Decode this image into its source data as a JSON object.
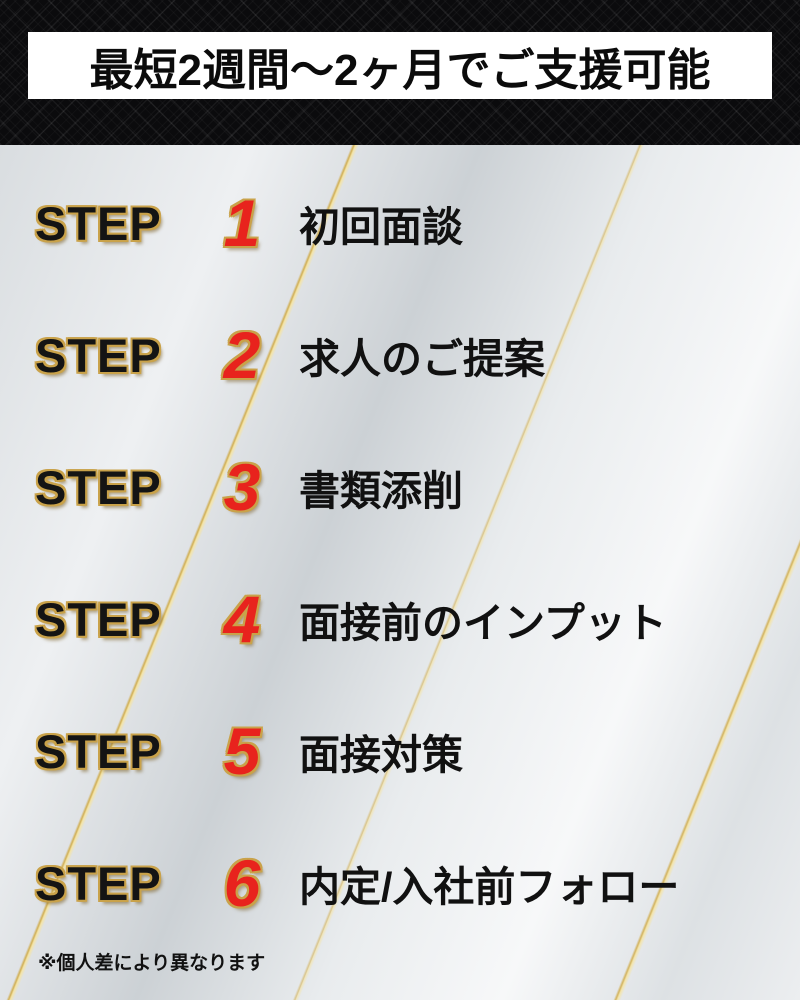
{
  "header": {
    "title": "最短2週間〜2ヶ月でご支援可能"
  },
  "steps": [
    {
      "label": "STEP",
      "number": "1",
      "title": "初回面談"
    },
    {
      "label": "STEP",
      "number": "2",
      "title": "求人のご提案"
    },
    {
      "label": "STEP",
      "number": "3",
      "title": "書類添削"
    },
    {
      "label": "STEP",
      "number": "4",
      "title": "面接前のインプット"
    },
    {
      "label": "STEP",
      "number": "5",
      "title": "面接対策"
    },
    {
      "label": "STEP",
      "number": "6",
      "title": "内定/入社前フォロー"
    }
  ],
  "footer": {
    "note": "※個人差により異なります"
  },
  "colors": {
    "header_background": "#0b0b0d",
    "title_box_background": "#ffffff",
    "step_number_red": "#e8231d",
    "gold_accent": "#c9a24a",
    "body_text": "#111111"
  }
}
